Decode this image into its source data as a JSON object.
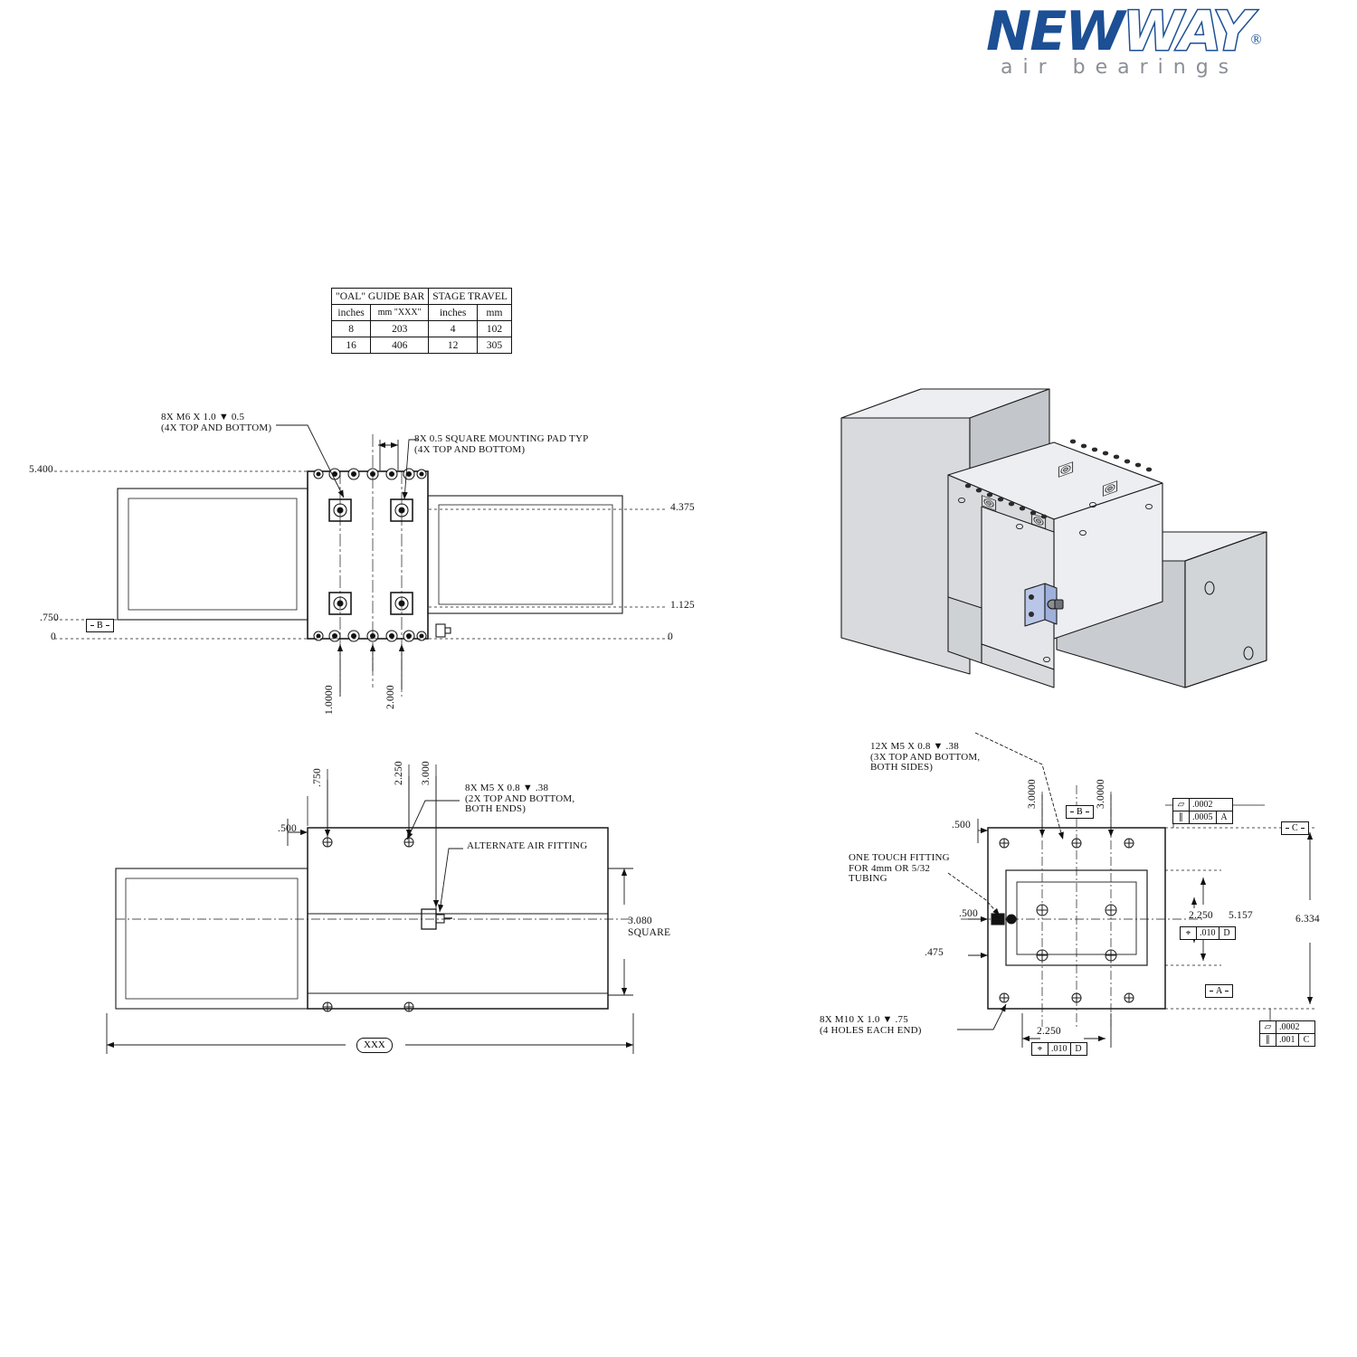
{
  "logo": {
    "word1": "NEW",
    "word2": "WAY",
    "registered": "®",
    "tagline": "air bearings",
    "brand_blue": "#1c4f94",
    "tagline_gray": "#8a8f96"
  },
  "spec_table": {
    "headers": [
      "\"OAL\" GUIDE BAR",
      "STAGE TRAVEL"
    ],
    "subheaders": [
      "inches",
      "mm \"XXX\"",
      "inches",
      "mm"
    ],
    "rows": [
      [
        "8",
        "203",
        "4",
        "102"
      ],
      [
        "16",
        "406",
        "12",
        "305"
      ]
    ]
  },
  "view_front": {
    "notes": [
      "8X M6 X 1.0 ▼ 0.5\n(4X TOP AND BOTTOM)",
      "8X 0.5 SQUARE MOUNTING PAD TYP\n(4X TOP AND BOTTOM)"
    ],
    "dims_left": [
      "5.400",
      ".750",
      "0"
    ],
    "dims_right": [
      "4.375",
      "1.125",
      "0"
    ],
    "dims_bottom": [
      "1.0000",
      "2.000"
    ],
    "datum": "B"
  },
  "view_top": {
    "notes": [
      "8X M5 X 0.8 ▼ .38\n(2X TOP AND BOTTOM,\nBOTH ENDS)",
      "ALTERNATE AIR FITTING"
    ],
    "dims_vertical": [
      ".750",
      "2.250",
      "3.000"
    ],
    "dim_left": ".500",
    "dim_right": "3.080\nSQUARE",
    "dim_bottom": "XXX"
  },
  "view_end": {
    "notes": [
      "12X M5 X 0.8 ▼ .38\n(3X TOP AND BOTTOM,\nBOTH SIDES)",
      "ONE TOUCH FITTING\nFOR 4mm OR 5/32\nTUBING",
      "8X M10 X 1.0 ▼ .75\n(4 HOLES EACH END)"
    ],
    "dims_vertical": [
      "3.0000",
      "3.0000"
    ],
    "dims_left": [
      ".500",
      ".500",
      ".475"
    ],
    "dims_right": [
      "2.250",
      "5.157",
      "6.334"
    ],
    "basic_dims": [
      "2.250",
      "2.250"
    ],
    "datums": [
      "B",
      "C",
      "A",
      "D"
    ],
    "fcf": [
      {
        "symbol": "flatness",
        "tolerance": ".0002",
        "datum": ""
      },
      {
        "symbol": "parallelism",
        "tolerance": ".0005",
        "datum": "A"
      },
      {
        "symbol": "flatness",
        "tolerance": ".0002",
        "datum": ""
      },
      {
        "symbol": "parallelism",
        "tolerance": ".001",
        "datum": "C"
      },
      {
        "symbol": "position",
        "tolerance": ".010",
        "datum": "D"
      },
      {
        "symbol": "position",
        "tolerance": ".010",
        "datum": "D"
      }
    ]
  },
  "iso_view": {
    "label": "isometric-assembly",
    "face_light": "#eceef1",
    "face_mid": "#d8dadd",
    "face_dark": "#c3c6ca",
    "bracket_blue": "#b9c6e8",
    "line": "#1a1a1a"
  }
}
